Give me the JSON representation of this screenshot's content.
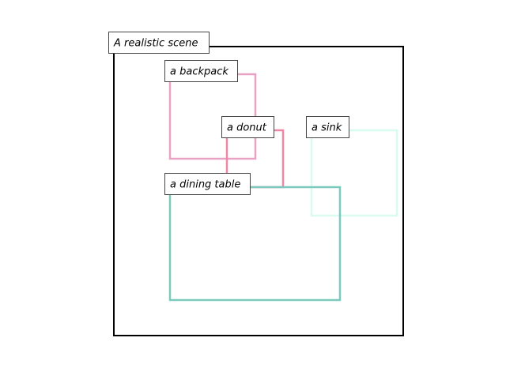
{
  "scene": {
    "label": "A realistic scene",
    "frame_color": "#000000"
  },
  "objects": [
    {
      "id": "backpack",
      "label": "a backpack",
      "color": "#e8a3c4"
    },
    {
      "id": "donut",
      "label": "a donut",
      "color": "#ee88a4"
    },
    {
      "id": "sink",
      "label": "a sink",
      "color": "#d9fbf0"
    },
    {
      "id": "dining-table",
      "label": "a dining table",
      "color": "#7ccabd"
    }
  ],
  "label_box": {
    "fill": "#ffffff",
    "stroke": "#444444"
  }
}
